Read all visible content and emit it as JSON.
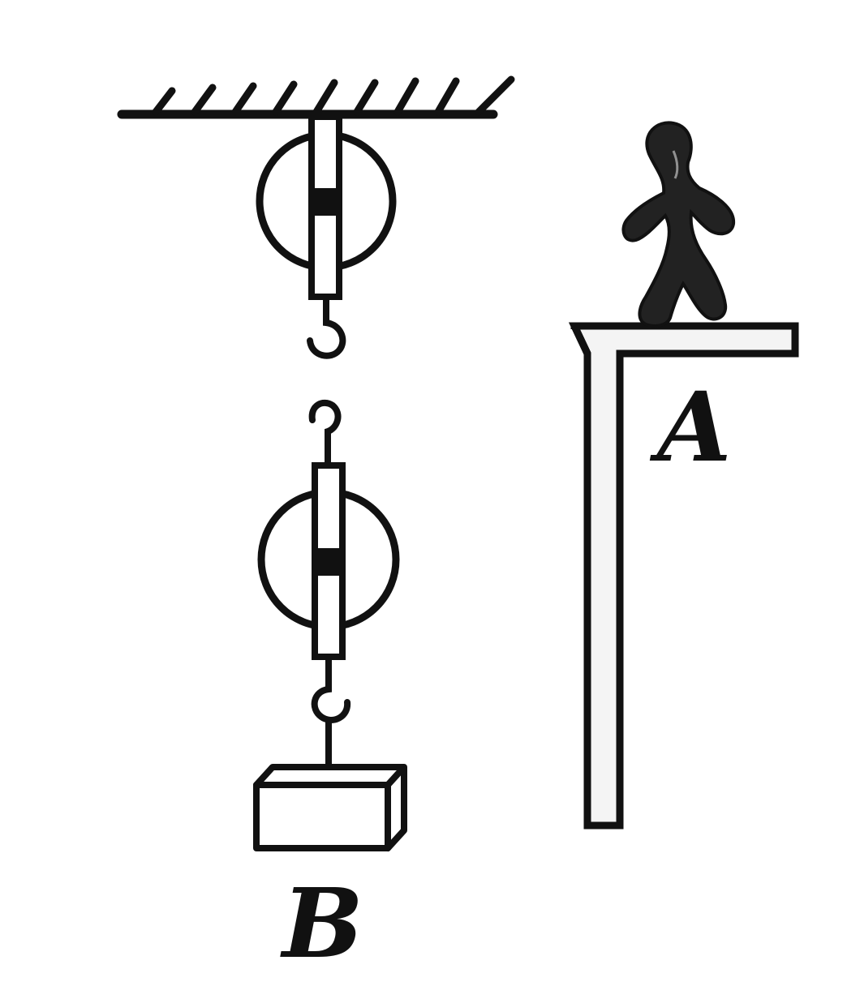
{
  "labels": {
    "person_platform": "A",
    "block": "B"
  },
  "colors": {
    "ink": "#111111",
    "paper": "#ffffff",
    "wall_fill": "#f4f4f4"
  },
  "icons": {
    "ceiling": "hatched-ceiling",
    "fixed_pulley": "pulley-icon",
    "movable_pulley": "pulley-icon",
    "person": "person-icon",
    "block": "box-icon"
  }
}
